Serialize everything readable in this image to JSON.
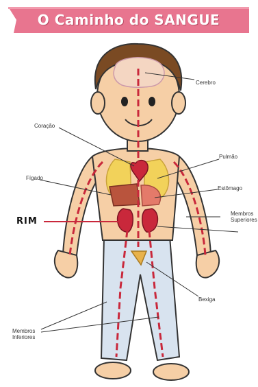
{
  "title": "O Caminho do SANGUE",
  "labels": {
    "cerebro": "Cerebro",
    "coracao": "Coração",
    "pulmao": "Pulmão",
    "figado": "Fígado",
    "estomago": "Estômago",
    "rim": "RIM",
    "membros_superiores_1": "Membros",
    "membros_superiores_2": "Superiores",
    "bexiga": "Bexiga",
    "membros_inferiores_1": "Membros",
    "membros_inferiores_2": "Inferiores"
  },
  "colors": {
    "banner": "#e8758f",
    "skin": "#f6cfa6",
    "hair": "#7a4a23",
    "artery": "#c9283b",
    "pants": "#d8e3ef",
    "lungs": "#f2d25a"
  }
}
